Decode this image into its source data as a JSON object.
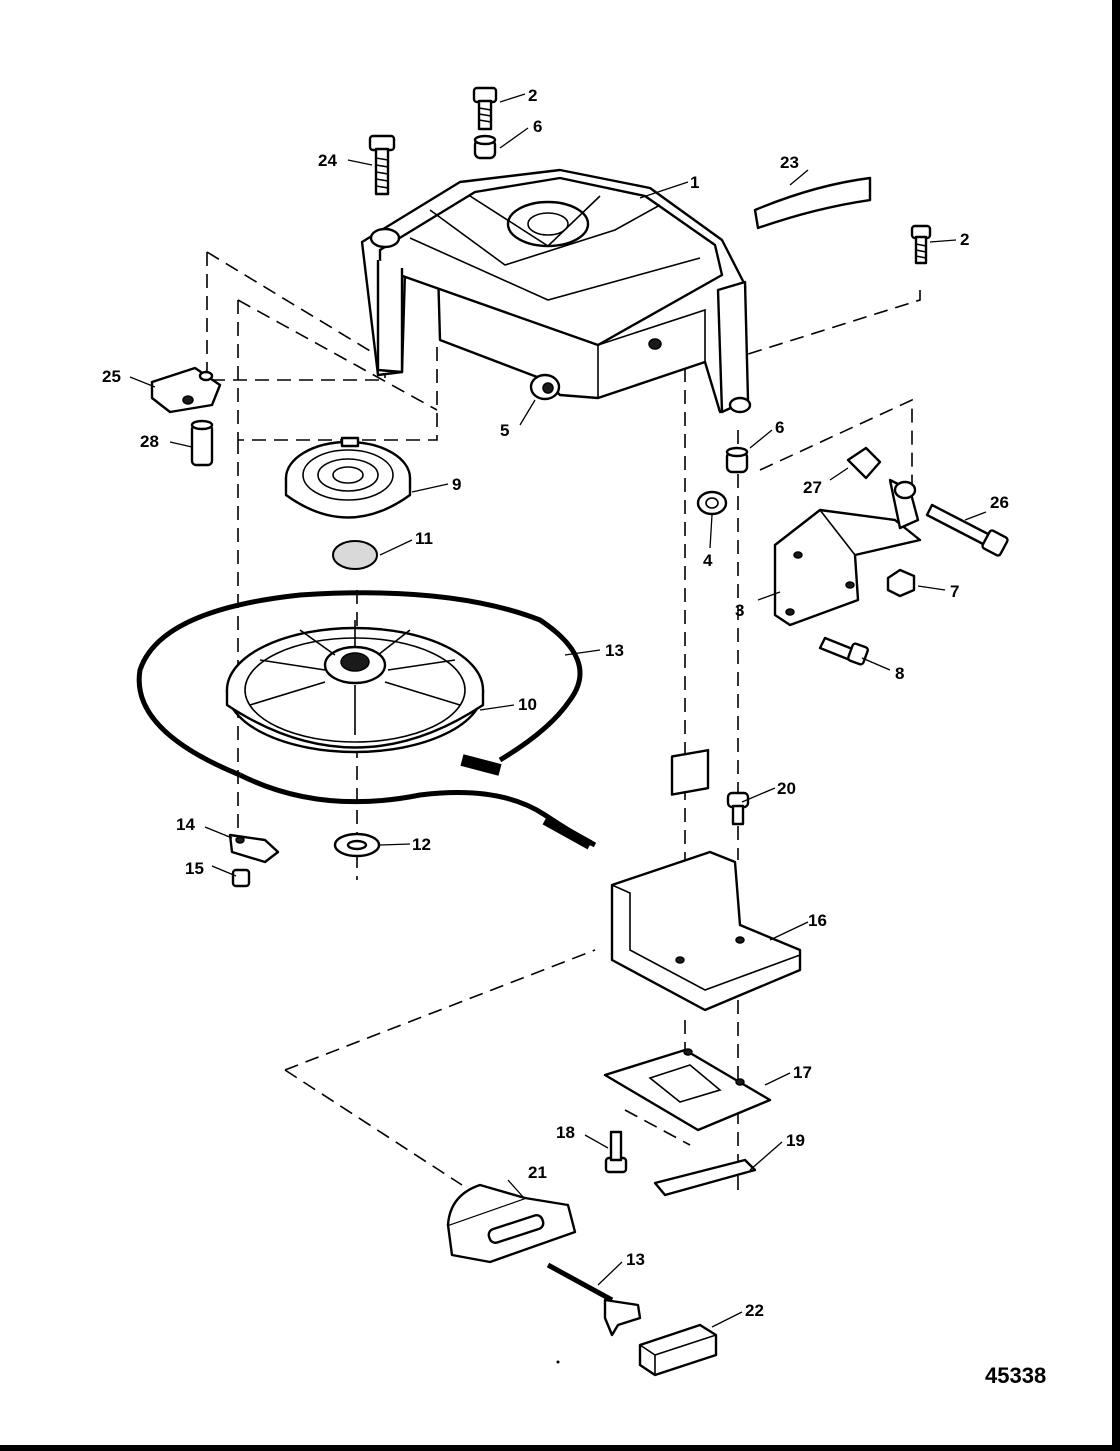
{
  "diagram": {
    "reference_number": "45338",
    "callouts": {
      "c1": "1",
      "c2a": "2",
      "c2b": "2",
      "c3": "3",
      "c4": "4",
      "c5": "5",
      "c6a": "6",
      "c6b": "6",
      "c7": "7",
      "c8": "8",
      "c9": "9",
      "c10": "10",
      "c11": "11",
      "c12": "12",
      "c13a": "13",
      "c13b": "13",
      "c14": "14",
      "c15": "15",
      "c16": "16",
      "c17": "17",
      "c18": "18",
      "c19": "19",
      "c20": "20",
      "c21": "21",
      "c22": "22",
      "c23": "23",
      "c24": "24",
      "c25": "25",
      "c26": "26",
      "c27": "27",
      "c28": "28"
    }
  }
}
